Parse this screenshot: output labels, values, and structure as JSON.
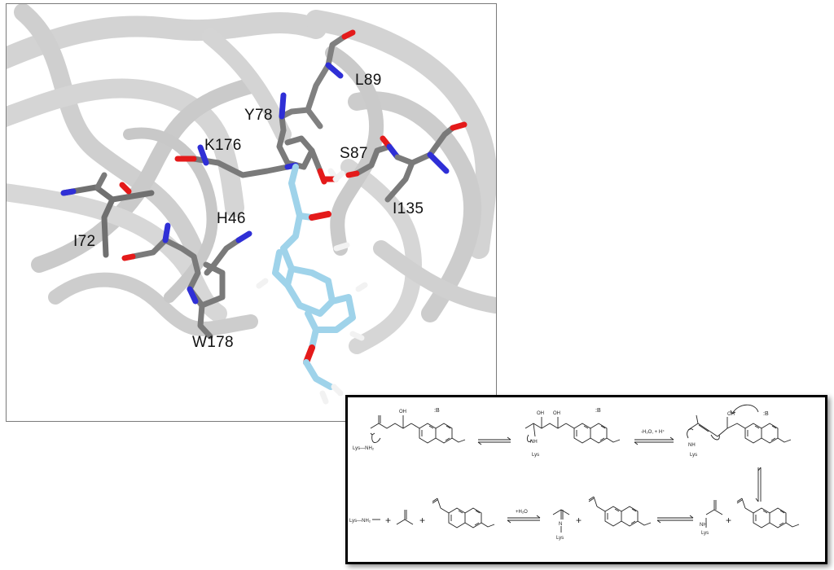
{
  "structure": {
    "residues": {
      "L89": "L89",
      "Y78": "Y78",
      "K176": "K176",
      "S87": "S87",
      "I135": "I135",
      "H46": "H46",
      "I72": "I72",
      "W178": "W178"
    }
  },
  "scheme": {
    "row1": {
      "base_1": ":B",
      "lys_nh2": "Lys—NH₂",
      "oh_1": "OH",
      "base_2": ":B",
      "oh_2a": "OH",
      "oh_2b": "OH",
      "nh_2": "NH",
      "lys_2": "Lys",
      "condition_1": "-H₂O, + H⁺",
      "base_3": ":B",
      "oh_3": "OH",
      "nh_3": "NH",
      "lys_3": "Lys"
    },
    "row2": {
      "lys_nh2": "Lys—NH₂",
      "plus_1": "+",
      "plus_2": "+",
      "condition_2": "+H₂O",
      "n_4": "N",
      "lys_4": "Lys",
      "plus_3": "+",
      "nh_5": "NH",
      "lys_5": "Lys",
      "plus_4": "+"
    }
  },
  "colors": {
    "ribbon": "#b8b8b8",
    "carbon": "#7d7d7d",
    "ligand": "#9fd3ea",
    "oxygen": "#e41a1a",
    "nitrogen": "#2f2fd6",
    "hydrogen": "#f2f2f2"
  }
}
